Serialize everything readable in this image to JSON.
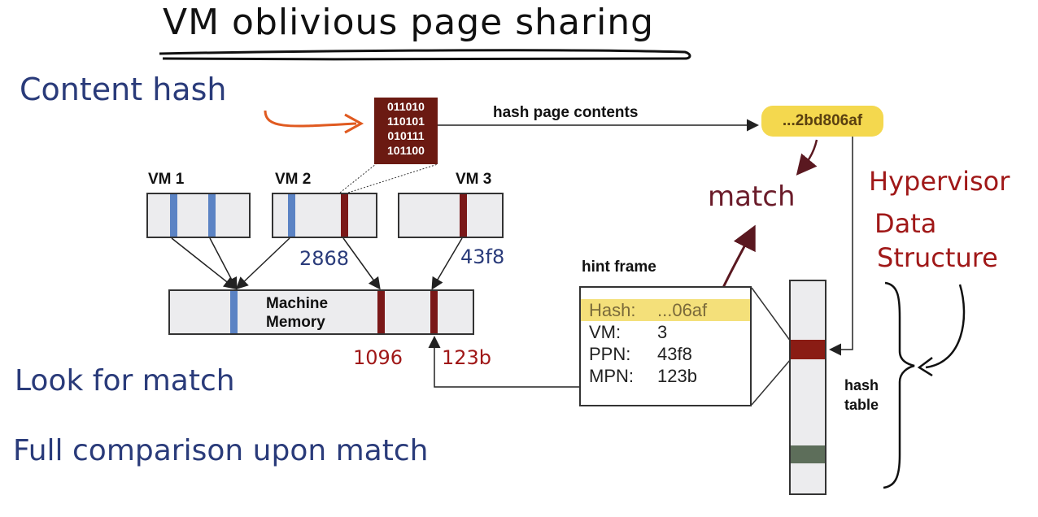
{
  "title": "VM oblivious page sharing",
  "left_notes": {
    "content_hash": "Content hash",
    "look_for_match": "Look for match",
    "full_comparison": "Full comparison upon match"
  },
  "page_bits": [
    "011010",
    "110101",
    "010111",
    "101100"
  ],
  "hash_label": "hash page contents",
  "hash_value": "...2bd806af",
  "match_note": "match",
  "hypervisor_note": [
    "Hypervisor",
    "Data",
    "Structure"
  ],
  "vms": [
    {
      "label": "VM 1"
    },
    {
      "label": "VM 2"
    },
    {
      "label": "VM 3"
    }
  ],
  "ppn_notes": {
    "vm2": "2868",
    "vm3": "43f8"
  },
  "memory_label": [
    "Machine",
    "Memory"
  ],
  "mpn_notes": {
    "first": "1096",
    "second": "123b"
  },
  "hint_frame": {
    "title": "hint frame",
    "rows": [
      {
        "key": "Hash:",
        "value": "...06af"
      },
      {
        "key": "VM:",
        "value": "3"
      },
      {
        "key": "PPN:",
        "value": "43f8"
      },
      {
        "key": "MPN:",
        "value": "123b"
      }
    ]
  },
  "hash_table_label": [
    "hash",
    "table"
  ],
  "colors": {
    "handwriting_blue": "#2a3b7a",
    "handwriting_red": "#a01818",
    "page_blue": "#5b83c4",
    "page_red": "#7a1818",
    "highlight": "#f4d84e",
    "box_fill": "#ececee"
  }
}
